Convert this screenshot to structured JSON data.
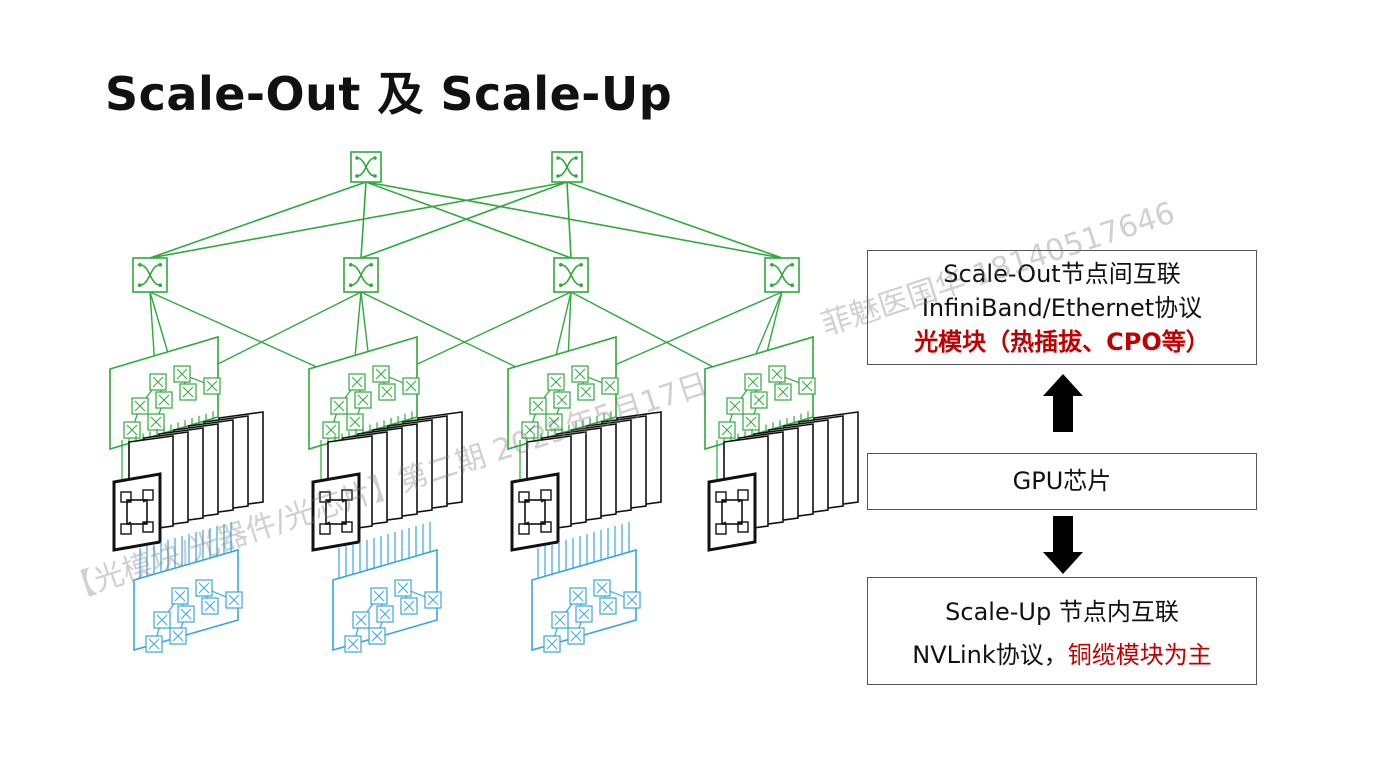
{
  "title": "Scale-Out 及 Scale-Up",
  "boxes": {
    "scale_out": {
      "line1": "Scale-Out节点间互联",
      "line2": "InfiniBand/Ethernet协议",
      "line3": "光模块（热插拔、CPO等）"
    },
    "gpu": {
      "label": "GPU芯片"
    },
    "scale_up": {
      "line1": "Scale-Up 节点内互联",
      "line2_plain": "NVLink协议，",
      "line2_red": "铜缆模块为主"
    }
  },
  "watermark": {
    "text1": "【光模块/光器件/光芯片】第二期 2025年5月17日",
    "text2": "菲魅医国华 18140517646"
  },
  "colors": {
    "scale_out_green": "#2eaa3c",
    "scale_up_blue": "#3aa6df",
    "accent_red": "#c00000",
    "arrow_black": "#000000"
  },
  "icons": [
    "switch-icon",
    "gpu-card-icon",
    "arrow-up-icon",
    "arrow-down-icon"
  ]
}
